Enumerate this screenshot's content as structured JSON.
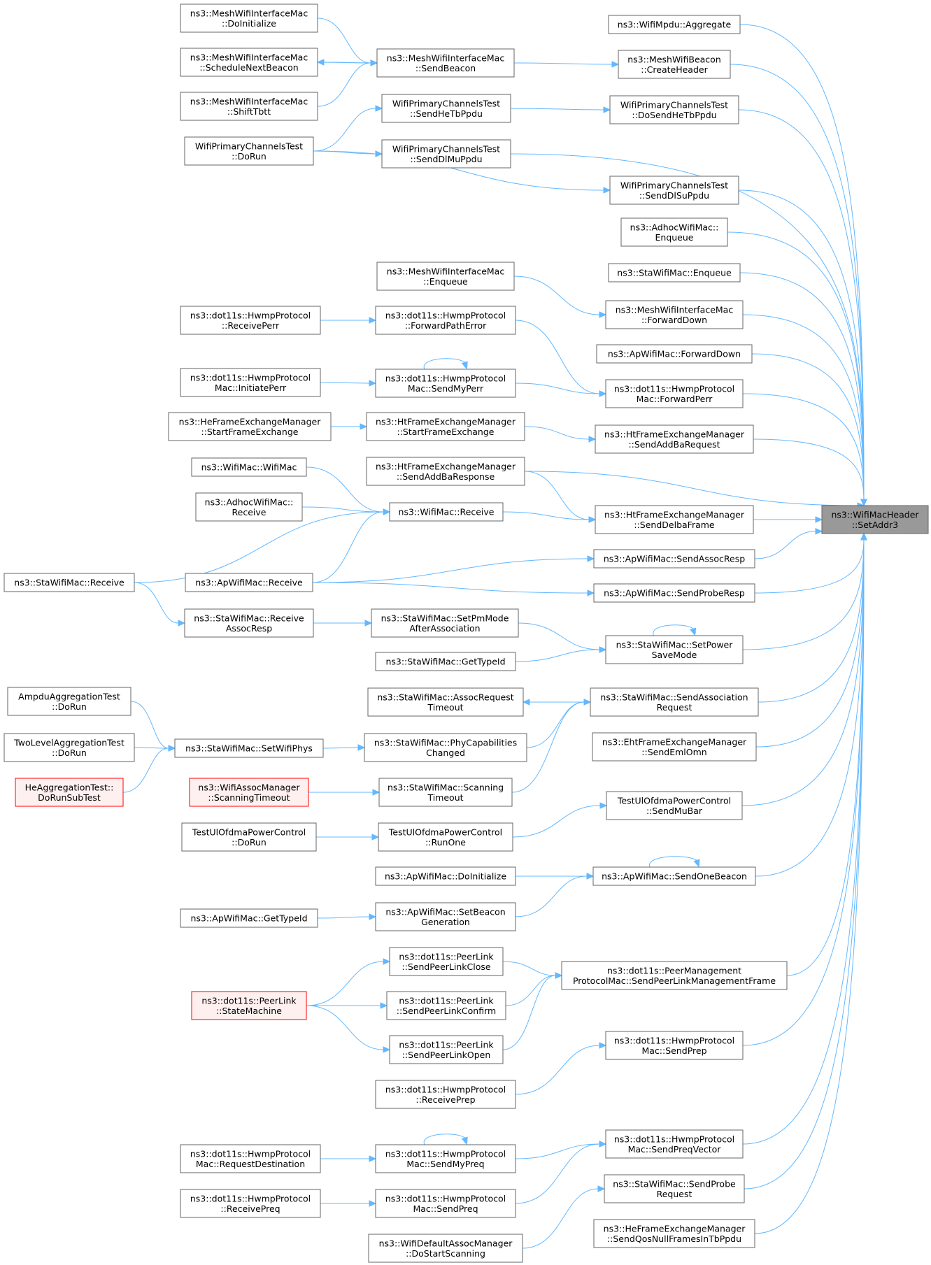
{
  "graph": {
    "root": "ns3::WifiMacHeader::SetAddr3",
    "edge_color": "#63b8ff",
    "node_border_color": "#666666",
    "root_fill_color": "#999999",
    "highlight_border_color": "#ff0000",
    "nodes": [
      {
        "id": "root",
        "lines": [
          "ns3::WifiMacHeader",
          "::SetAddr3"
        ],
        "style": "root"
      },
      {
        "id": "mpduAgg",
        "lines": [
          "ns3::WifiMpdu::Aggregate"
        ],
        "style": "normal"
      },
      {
        "id": "meshCreateHeader",
        "lines": [
          "ns3::MeshWifiBeacon",
          "::CreateHeader"
        ],
        "style": "normal"
      },
      {
        "id": "doSendHeTb",
        "lines": [
          "WifiPrimaryChannelsTest",
          "::DoSendHeTbPpdu"
        ],
        "style": "normal"
      },
      {
        "id": "sendDlMu",
        "lines": [
          "WifiPrimaryChannelsTest",
          "::SendDlMuPpdu"
        ],
        "style": "normal"
      },
      {
        "id": "sendDlSu",
        "lines": [
          "WifiPrimaryChannelsTest",
          "::SendDlSuPpdu"
        ],
        "style": "normal"
      },
      {
        "id": "adhocEnqueue",
        "lines": [
          "ns3::AdhocWifiMac::",
          "Enqueue"
        ],
        "style": "normal"
      },
      {
        "id": "staEnqueue",
        "lines": [
          "ns3::StaWifiMac::Enqueue"
        ],
        "style": "normal"
      },
      {
        "id": "meshFwdDown",
        "lines": [
          "ns3::MeshWifiInterfaceMac",
          "::ForwardDown"
        ],
        "style": "normal"
      },
      {
        "id": "apFwdDown",
        "lines": [
          "ns3::ApWifiMac::ForwardDown"
        ],
        "style": "normal"
      },
      {
        "id": "hwmpFwdPerr",
        "lines": [
          "ns3::dot11s::HwmpProtocol",
          "Mac::ForwardPerr"
        ],
        "style": "normal"
      },
      {
        "id": "htSendAddBaReq",
        "lines": [
          "ns3::HtFrameExchangeManager",
          "::SendAddBaRequest"
        ],
        "style": "normal"
      },
      {
        "id": "htSendAddBaResp",
        "lines": [
          "ns3::HtFrameExchangeManager",
          "::SendAddBaResponse"
        ],
        "style": "normal"
      },
      {
        "id": "htSendDelba",
        "lines": [
          "ns3::HtFrameExchangeManager",
          "::SendDelbaFrame"
        ],
        "style": "normal"
      },
      {
        "id": "apSendAssocResp",
        "lines": [
          "ns3::ApWifiMac::SendAssocResp"
        ],
        "style": "normal"
      },
      {
        "id": "apSendProbeResp",
        "lines": [
          "ns3::ApWifiMac::SendProbeResp"
        ],
        "style": "normal"
      },
      {
        "id": "staSetPowerSave",
        "lines": [
          "ns3::StaWifiMac::SetPower",
          "SaveMode"
        ],
        "style": "normal"
      },
      {
        "id": "staSendAssocReq",
        "lines": [
          "ns3::StaWifiMac::SendAssociation",
          "Request"
        ],
        "style": "normal"
      },
      {
        "id": "ehtSendEmlOmn",
        "lines": [
          "ns3::EhtFrameExchangeManager",
          "::SendEmlOmn"
        ],
        "style": "normal"
      },
      {
        "id": "tuoSendMuBar",
        "lines": [
          "TestUlOfdmaPowerControl",
          "::SendMuBar"
        ],
        "style": "normal"
      },
      {
        "id": "apSendOneBeacon",
        "lines": [
          "ns3::ApWifiMac::SendOneBeacon"
        ],
        "style": "normal"
      },
      {
        "id": "pmpSendPLMF",
        "lines": [
          "ns3::dot11s::PeerManagement",
          "ProtocolMac::SendPeerLinkManagementFrame"
        ],
        "style": "normal"
      },
      {
        "id": "hwmpMacSendPrep",
        "lines": [
          "ns3::dot11s::HwmpProtocol",
          "Mac::SendPrep"
        ],
        "style": "normal"
      },
      {
        "id": "hwmpMacSendPreqVec",
        "lines": [
          "ns3::dot11s::HwmpProtocol",
          "Mac::SendPreqVector"
        ],
        "style": "normal"
      },
      {
        "id": "staSendProbeReq",
        "lines": [
          "ns3::StaWifiMac::SendProbe",
          "Request"
        ],
        "style": "normal"
      },
      {
        "id": "heSendQosNull",
        "lines": [
          "ns3::HeFrameExchangeManager",
          "::SendQosNullFramesInTbPpdu"
        ],
        "style": "normal"
      },
      {
        "id": "meshSendBeacon",
        "lines": [
          "ns3::MeshWifiInterfaceMac",
          "::SendBeacon"
        ],
        "style": "normal"
      },
      {
        "id": "wpcSendHeTb",
        "lines": [
          "WifiPrimaryChannelsTest",
          "::SendHeTbPpdu"
        ],
        "style": "normal"
      },
      {
        "id": "meshEnqueue",
        "lines": [
          "ns3::MeshWifiInterfaceMac",
          "::Enqueue"
        ],
        "style": "normal"
      },
      {
        "id": "hwmpFwdPathErr",
        "lines": [
          "ns3::dot11s::HwmpProtocol",
          "::ForwardPathError"
        ],
        "style": "normal"
      },
      {
        "id": "hwmpMacSendMyPerr",
        "lines": [
          "ns3::dot11s::HwmpProtocol",
          "Mac::SendMyPerr"
        ],
        "style": "normal"
      },
      {
        "id": "htStartFE",
        "lines": [
          "ns3::HtFrameExchangeManager",
          "::StartFrameExchange"
        ],
        "style": "normal"
      },
      {
        "id": "wifiMacReceive",
        "lines": [
          "ns3::WifiMac::Receive"
        ],
        "style": "normal"
      },
      {
        "id": "staSetPmAfter",
        "lines": [
          "ns3::StaWifiMac::SetPmMode",
          "AfterAssociation"
        ],
        "style": "normal"
      },
      {
        "id": "staGetTypeId",
        "lines": [
          "ns3::StaWifiMac::GetTypeId"
        ],
        "style": "normal"
      },
      {
        "id": "staAssocReqTimeout",
        "lines": [
          "ns3::StaWifiMac::AssocRequest",
          "Timeout"
        ],
        "style": "normal"
      },
      {
        "id": "staPhyCapChanged",
        "lines": [
          "ns3::StaWifiMac::PhyCapabilities",
          "Changed"
        ],
        "style": "normal"
      },
      {
        "id": "staScanningTimeout",
        "lines": [
          "ns3::StaWifiMac::Scanning",
          "Timeout"
        ],
        "style": "normal"
      },
      {
        "id": "tuoRunOne",
        "lines": [
          "TestUlOfdmaPowerControl",
          "::RunOne"
        ],
        "style": "normal"
      },
      {
        "id": "apDoInit",
        "lines": [
          "ns3::ApWifiMac::DoInitialize"
        ],
        "style": "normal"
      },
      {
        "id": "apSetBeaconGen",
        "lines": [
          "ns3::ApWifiMac::SetBeacon",
          "Generation"
        ],
        "style": "normal"
      },
      {
        "id": "plSendClose",
        "lines": [
          "ns3::dot11s::PeerLink",
          "::SendPeerLinkClose"
        ],
        "style": "normal"
      },
      {
        "id": "plSendConfirm",
        "lines": [
          "ns3::dot11s::PeerLink",
          "::SendPeerLinkConfirm"
        ],
        "style": "normal"
      },
      {
        "id": "plSendOpen",
        "lines": [
          "ns3::dot11s::PeerLink",
          "::SendPeerLinkOpen"
        ],
        "style": "normal"
      },
      {
        "id": "hwmpRecvPrep",
        "lines": [
          "ns3::dot11s::HwmpProtocol",
          "::ReceivePrep"
        ],
        "style": "normal"
      },
      {
        "id": "hwmpMacSendMyPreq",
        "lines": [
          "ns3::dot11s::HwmpProtocol",
          "Mac::SendMyPreq"
        ],
        "style": "normal"
      },
      {
        "id": "hwmpMacSendPreq",
        "lines": [
          "ns3::dot11s::HwmpProtocol",
          "Mac::SendPreq"
        ],
        "style": "normal"
      },
      {
        "id": "wdamDoStartScan",
        "lines": [
          "ns3::WifiDefaultAssocManager",
          "::DoStartScanning"
        ],
        "style": "normal"
      },
      {
        "id": "meshDoInit",
        "lines": [
          "ns3::MeshWifiInterfaceMac",
          "::DoInitialize"
        ],
        "style": "normal"
      },
      {
        "id": "meshSchedNext",
        "lines": [
          "ns3::MeshWifiInterfaceMac",
          "::ScheduleNextBeacon"
        ],
        "style": "normal"
      },
      {
        "id": "meshShiftTbtt",
        "lines": [
          "ns3::MeshWifiInterfaceMac",
          "::ShiftTbtt"
        ],
        "style": "normal"
      },
      {
        "id": "wpcDoRun",
        "lines": [
          "WifiPrimaryChannelsTest",
          "::DoRun"
        ],
        "style": "normal"
      },
      {
        "id": "hwmpRecvPerr",
        "lines": [
          "ns3::dot11s::HwmpProtocol",
          "::ReceivePerr"
        ],
        "style": "normal"
      },
      {
        "id": "hwmpMacInitPerr",
        "lines": [
          "ns3::dot11s::HwmpProtocol",
          "Mac::InitiatePerr"
        ],
        "style": "normal"
      },
      {
        "id": "heStartFE",
        "lines": [
          "ns3::HeFrameExchangeManager",
          "::StartFrameExchange"
        ],
        "style": "normal"
      },
      {
        "id": "wifiMacWifiMac",
        "lines": [
          "ns3::WifiMac::WifiMac"
        ],
        "style": "normal"
      },
      {
        "id": "adhocReceive",
        "lines": [
          "ns3::AdhocWifiMac::",
          "Receive"
        ],
        "style": "normal"
      },
      {
        "id": "apReceive",
        "lines": [
          "ns3::ApWifiMac::Receive"
        ],
        "style": "normal"
      },
      {
        "id": "staRecvAssocResp",
        "lines": [
          "ns3::StaWifiMac::Receive",
          "AssocResp"
        ],
        "style": "normal"
      },
      {
        "id": "staSetWifiPhys",
        "lines": [
          "ns3::StaWifiMac::SetWifiPhys"
        ],
        "style": "normal"
      },
      {
        "id": "wamScanningTimeout",
        "lines": [
          "ns3::WifiAssocManager",
          "::ScanningTimeout"
        ],
        "style": "red"
      },
      {
        "id": "tuoDoRun",
        "lines": [
          "TestUlOfdmaPowerControl",
          "::DoRun"
        ],
        "style": "normal"
      },
      {
        "id": "apGetTypeId",
        "lines": [
          "ns3::ApWifiMac::GetTypeId"
        ],
        "style": "normal"
      },
      {
        "id": "plStateMachine",
        "lines": [
          "ns3::dot11s::PeerLink",
          "::StateMachine"
        ],
        "style": "red"
      },
      {
        "id": "hwmpReqDest",
        "lines": [
          "ns3::dot11s::HwmpProtocol",
          "Mac::RequestDestination"
        ],
        "style": "normal"
      },
      {
        "id": "hwmpRecvPreq",
        "lines": [
          "ns3::dot11s::HwmpProtocol",
          "::ReceivePreq"
        ],
        "style": "normal"
      },
      {
        "id": "staReceive",
        "lines": [
          "ns3::StaWifiMac::Receive"
        ],
        "style": "normal"
      },
      {
        "id": "ampduDoRun",
        "lines": [
          "AmpduAggregationTest",
          "::DoRun"
        ],
        "style": "normal"
      },
      {
        "id": "twoLevelDoRun",
        "lines": [
          "TwoLevelAggregationTest",
          "::DoRun"
        ],
        "style": "normal"
      },
      {
        "id": "heAggDoRunSub",
        "lines": [
          "HeAggregationTest::",
          "DoRunSubTest"
        ],
        "style": "red"
      }
    ],
    "edges": [
      {
        "from": "mpduAgg",
        "to": "root"
      },
      {
        "from": "meshCreateHeader",
        "to": "root"
      },
      {
        "from": "doSendHeTb",
        "to": "root"
      },
      {
        "from": "sendDlMu",
        "to": "root"
      },
      {
        "from": "sendDlSu",
        "to": "root"
      },
      {
        "from": "adhocEnqueue",
        "to": "root"
      },
      {
        "from": "staEnqueue",
        "to": "root"
      },
      {
        "from": "meshFwdDown",
        "to": "root"
      },
      {
        "from": "apFwdDown",
        "to": "root"
      },
      {
        "from": "hwmpFwdPerr",
        "to": "root"
      },
      {
        "from": "htSendAddBaReq",
        "to": "root"
      },
      {
        "from": "htSendAddBaResp",
        "to": "root"
      },
      {
        "from": "htSendDelba",
        "to": "root"
      },
      {
        "from": "apSendAssocResp",
        "to": "root"
      },
      {
        "from": "apSendProbeResp",
        "to": "root"
      },
      {
        "from": "staSetPowerSave",
        "to": "root"
      },
      {
        "from": "staSendAssocReq",
        "to": "root"
      },
      {
        "from": "ehtSendEmlOmn",
        "to": "root"
      },
      {
        "from": "tuoSendMuBar",
        "to": "root"
      },
      {
        "from": "apSendOneBeacon",
        "to": "root"
      },
      {
        "from": "pmpSendPLMF",
        "to": "root"
      },
      {
        "from": "hwmpMacSendPrep",
        "to": "root"
      },
      {
        "from": "hwmpMacSendPreqVec",
        "to": "root"
      },
      {
        "from": "staSendProbeReq",
        "to": "root"
      },
      {
        "from": "heSendQosNull",
        "to": "root"
      },
      {
        "from": "meshSendBeacon",
        "to": "meshCreateHeader"
      },
      {
        "from": "wpcSendHeTb",
        "to": "doSendHeTb"
      },
      {
        "from": "wpcDoRun",
        "to": "sendDlSu"
      },
      {
        "from": "meshEnqueue",
        "to": "meshFwdDown"
      },
      {
        "from": "hwmpFwdPathErr",
        "to": "hwmpFwdPerr"
      },
      {
        "from": "hwmpMacSendMyPerr",
        "to": "hwmpFwdPerr"
      },
      {
        "from": "htStartFE",
        "to": "htSendAddBaReq"
      },
      {
        "from": "htSendAddBaResp",
        "to": "htSendDelba"
      },
      {
        "from": "wifiMacReceive",
        "to": "htSendDelba"
      },
      {
        "from": "apReceive",
        "to": "apSendAssocResp"
      },
      {
        "from": "apReceive",
        "to": "apSendProbeResp"
      },
      {
        "from": "staSetPmAfter",
        "to": "staSetPowerSave"
      },
      {
        "from": "staGetTypeId",
        "to": "staSetPowerSave"
      },
      {
        "from": "staSetPowerSave",
        "to": "staSetPowerSave"
      },
      {
        "from": "staAssocReqTimeout",
        "to": "staSendAssocReq"
      },
      {
        "from": "staPhyCapChanged",
        "to": "staSendAssocReq"
      },
      {
        "from": "staScanningTimeout",
        "to": "staSendAssocReq"
      },
      {
        "from": "tuoRunOne",
        "to": "tuoSendMuBar"
      },
      {
        "from": "apDoInit",
        "to": "apSendOneBeacon"
      },
      {
        "from": "apSetBeaconGen",
        "to": "apSendOneBeacon"
      },
      {
        "from": "apSendOneBeacon",
        "to": "apSendOneBeacon"
      },
      {
        "from": "plSendClose",
        "to": "pmpSendPLMF"
      },
      {
        "from": "plSendConfirm",
        "to": "pmpSendPLMF"
      },
      {
        "from": "plSendOpen",
        "to": "pmpSendPLMF"
      },
      {
        "from": "hwmpRecvPrep",
        "to": "hwmpMacSendPrep"
      },
      {
        "from": "hwmpMacSendMyPreq",
        "to": "hwmpMacSendPreqVec"
      },
      {
        "from": "hwmpMacSendPreq",
        "to": "hwmpMacSendPreqVec"
      },
      {
        "from": "wdamDoStartScan",
        "to": "staSendProbeReq"
      },
      {
        "from": "meshDoInit",
        "to": "meshSendBeacon"
      },
      {
        "from": "meshSchedNext",
        "to": "meshSendBeacon"
      },
      {
        "from": "meshShiftTbtt",
        "to": "meshSendBeacon"
      },
      {
        "from": "meshSendBeacon",
        "to": "meshSchedNext"
      },
      {
        "from": "wpcDoRun",
        "to": "wpcSendHeTb"
      },
      {
        "from": "wpcDoRun",
        "to": "sendDlMu"
      },
      {
        "from": "hwmpRecvPerr",
        "to": "hwmpFwdPathErr"
      },
      {
        "from": "hwmpMacInitPerr",
        "to": "hwmpMacSendMyPerr"
      },
      {
        "from": "hwmpMacSendMyPerr",
        "to": "hwmpMacSendMyPerr"
      },
      {
        "from": "heStartFE",
        "to": "htStartFE"
      },
      {
        "from": "wifiMacWifiMac",
        "to": "wifiMacReceive"
      },
      {
        "from": "adhocReceive",
        "to": "wifiMacReceive"
      },
      {
        "from": "apReceive",
        "to": "wifiMacReceive"
      },
      {
        "from": "staReceive",
        "to": "wifiMacReceive"
      },
      {
        "from": "staReceive",
        "to": "staRecvAssocResp"
      },
      {
        "from": "staRecvAssocResp",
        "to": "staSetPmAfter"
      },
      {
        "from": "staSendAssocReq",
        "to": "staAssocReqTimeout"
      },
      {
        "from": "staSetWifiPhys",
        "to": "staPhyCapChanged"
      },
      {
        "from": "ampduDoRun",
        "to": "staSetWifiPhys"
      },
      {
        "from": "twoLevelDoRun",
        "to": "staSetWifiPhys"
      },
      {
        "from": "heAggDoRunSub",
        "to": "staSetWifiPhys"
      },
      {
        "from": "wamScanningTimeout",
        "to": "staScanningTimeout"
      },
      {
        "from": "tuoDoRun",
        "to": "tuoRunOne"
      },
      {
        "from": "apGetTypeId",
        "to": "apSetBeaconGen"
      },
      {
        "from": "plStateMachine",
        "to": "plSendClose"
      },
      {
        "from": "plStateMachine",
        "to": "plSendConfirm"
      },
      {
        "from": "plStateMachine",
        "to": "plSendOpen"
      },
      {
        "from": "hwmpReqDest",
        "to": "hwmpMacSendMyPreq"
      },
      {
        "from": "hwmpMacSendMyPreq",
        "to": "hwmpMacSendMyPreq"
      },
      {
        "from": "hwmpRecvPreq",
        "to": "hwmpMacSendPreq"
      }
    ]
  }
}
